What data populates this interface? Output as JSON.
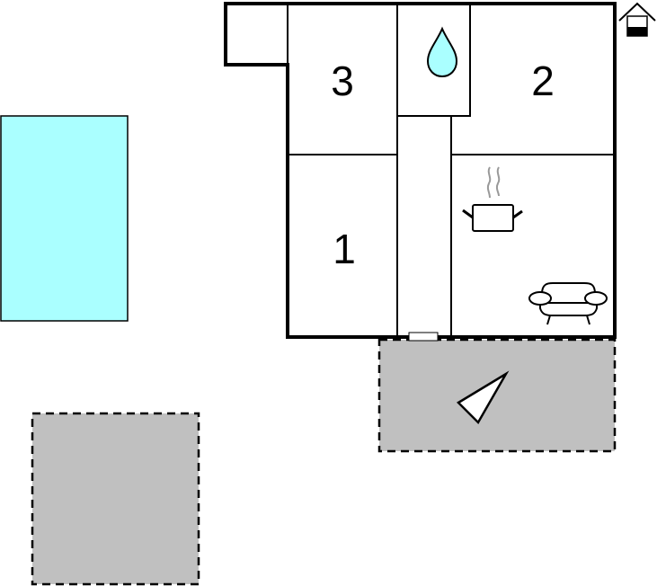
{
  "rooms": {
    "bedroom_3": "3",
    "bedroom_2": "2",
    "bedroom_1": "1"
  },
  "icons": [
    "water-drop-icon",
    "cooking-pot-icon",
    "sofa-icon",
    "house-icon",
    "compass-arrow-icon"
  ],
  "colors": {
    "pool": "#aaffff",
    "terrace": "#c0c0c0",
    "wall": "#000000"
  }
}
